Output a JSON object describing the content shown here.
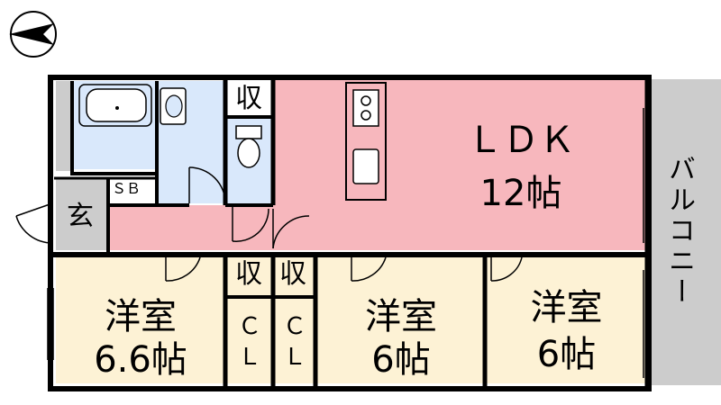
{
  "rooms": {
    "ldk": {
      "name": "ＬＤＫ",
      "size": "12帖"
    },
    "western1": {
      "name": "洋室",
      "size": "6.6帖"
    },
    "western2": {
      "name": "洋室",
      "size": "6帖"
    },
    "western3": {
      "name": "洋室",
      "size": "6帖"
    },
    "balcony": {
      "name": "バルコニー"
    },
    "entrance": {
      "name": "玄"
    },
    "shoe_box": {
      "name": "ＳＢ"
    },
    "storage_top": {
      "name": "収"
    },
    "storage_mid1": {
      "name": "収"
    },
    "storage_mid2": {
      "name": "収"
    },
    "closet1": {
      "top": "Ｃ",
      "bottom": "Ｌ"
    },
    "closet2": {
      "top": "Ｃ",
      "bottom": "Ｌ"
    }
  },
  "colors": {
    "ldk": "#f7b7bd",
    "western": "#fdf2d5",
    "wet_area": "#d9e8fb",
    "balcony": "#cccccc",
    "entrance": "#cccccc",
    "wall": "#000000"
  },
  "icons": [
    "north-arrow-icon",
    "bathtub-icon",
    "washbasin-icon",
    "toilet-icon",
    "stove-icon",
    "sink-icon"
  ]
}
